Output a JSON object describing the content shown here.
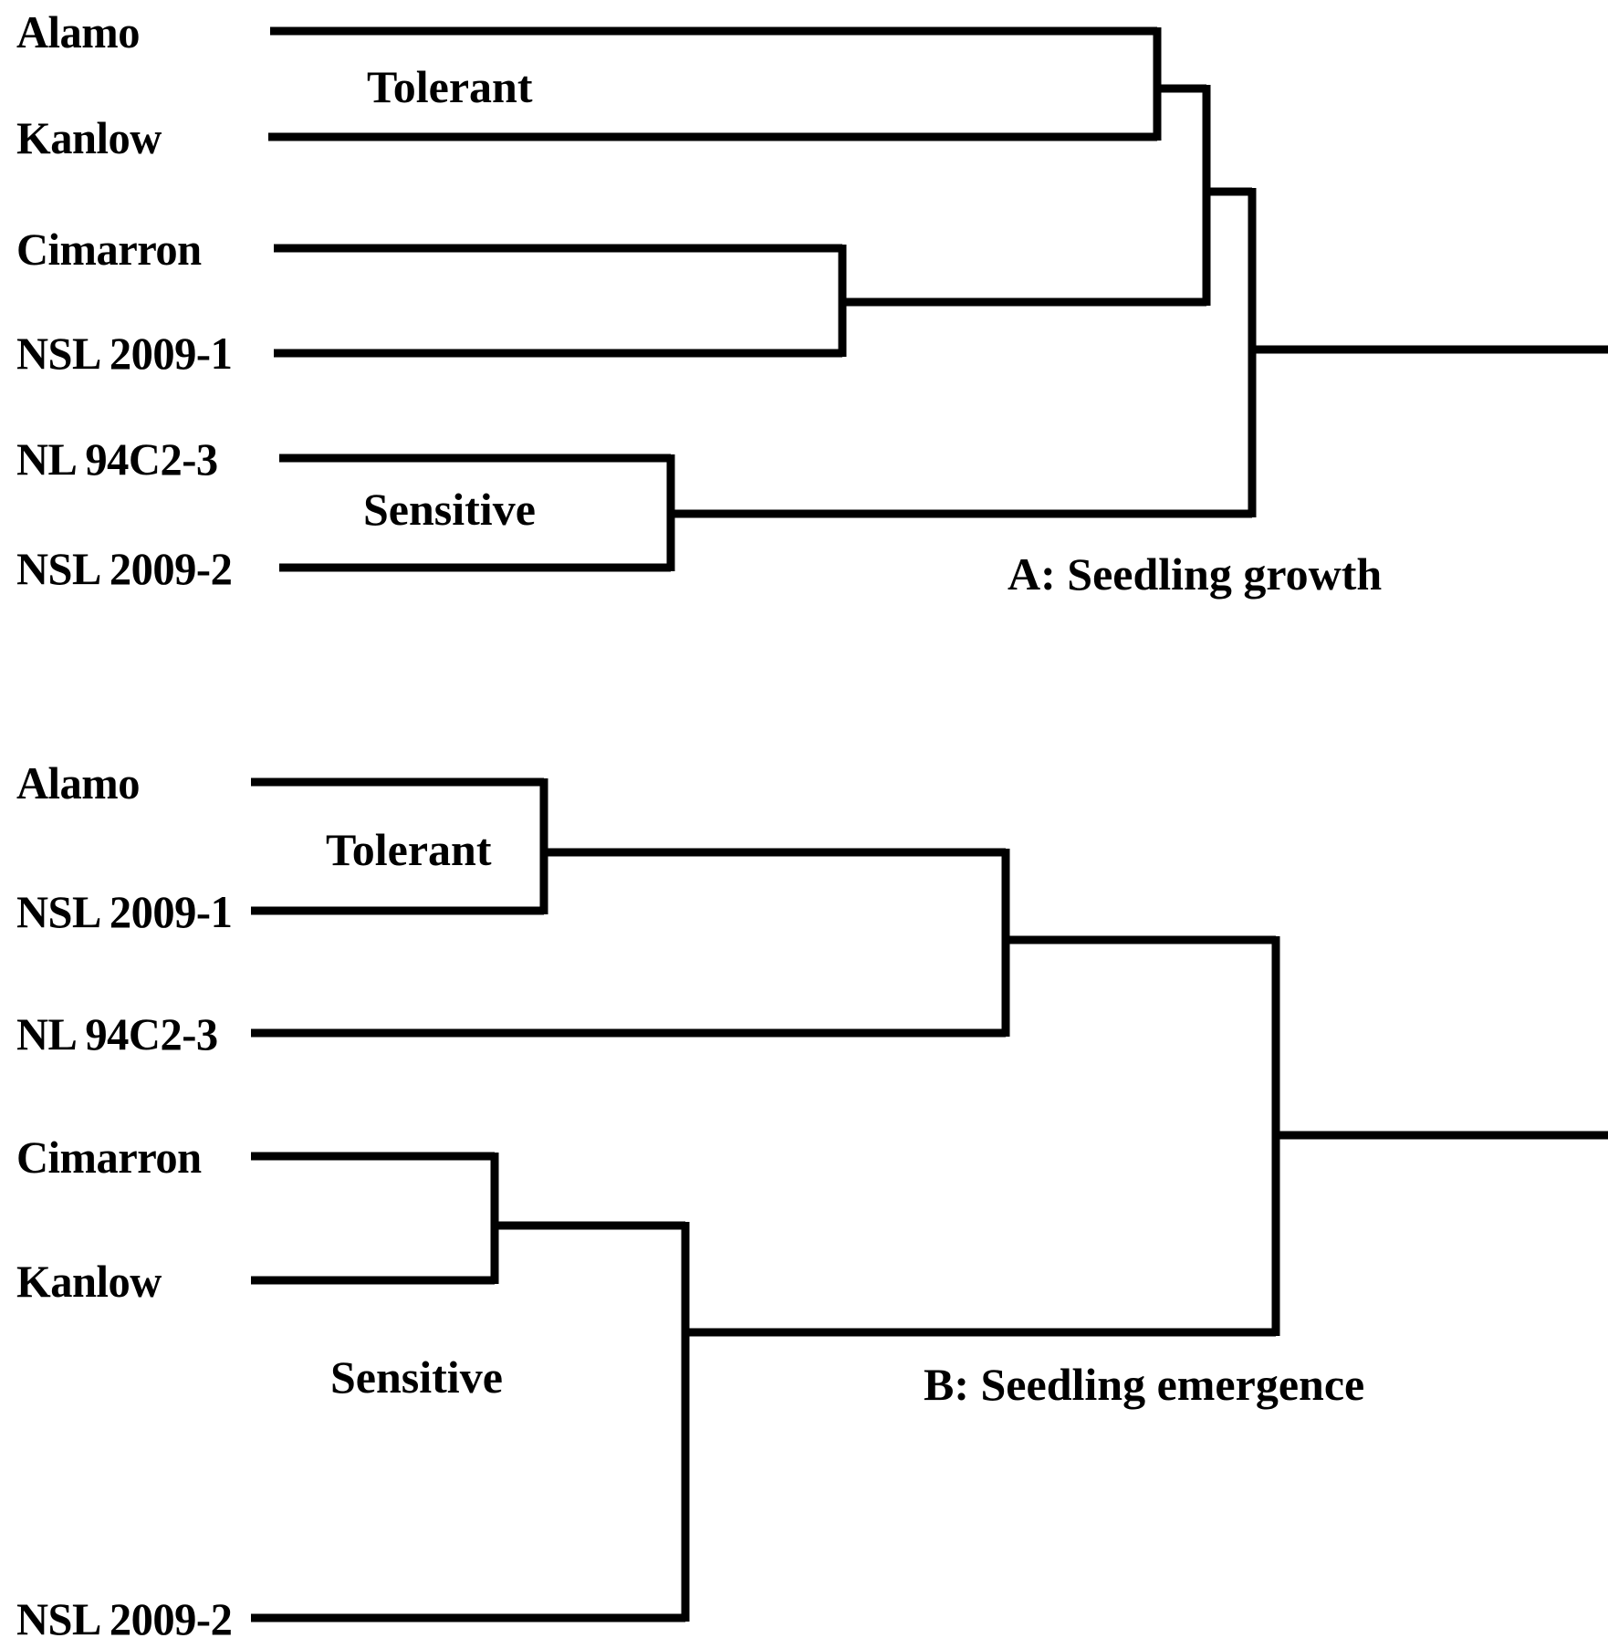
{
  "figure": {
    "type": "dendrogram-pair",
    "background_color": "#ffffff",
    "line_color": "#000000",
    "text_color": "#000000"
  },
  "panelA": {
    "caption": "A: Seedling growth",
    "cluster_labels": {
      "tolerant": "Tolerant",
      "sensitive": "Sensitive"
    },
    "leaves": [
      {
        "label": "Alamo"
      },
      {
        "label": "Kanlow"
      },
      {
        "label": "Cimarron"
      },
      {
        "label": "NSL 2009-1"
      },
      {
        "label": "NL 94C2-3"
      },
      {
        "label": "NSL 2009-2"
      }
    ]
  },
  "panelB": {
    "caption": "B: Seedling emergence",
    "cluster_labels": {
      "tolerant": "Tolerant",
      "sensitive": "Sensitive"
    },
    "leaves": [
      {
        "label": "Alamo"
      },
      {
        "label": "NSL 2009-1"
      },
      {
        "label": "NL 94C2-3"
      },
      {
        "label": "Cimarron"
      },
      {
        "label": "Kanlow"
      },
      {
        "label": "NSL 2009-2"
      }
    ]
  },
  "chart_data": {
    "type": "dendrogram",
    "title": "",
    "panels": [
      {
        "id": "A",
        "caption": "A: Seedling growth",
        "leaf_order": [
          "Alamo",
          "Kanlow",
          "Cimarron",
          "NSL 2009-1",
          "NL 94C2-3",
          "NSL 2009-2"
        ],
        "groups": [
          {
            "name": "Tolerant",
            "members": [
              "Alamo",
              "Kanlow",
              "Cimarron",
              "NSL 2009-1"
            ]
          },
          {
            "name": "Sensitive",
            "members": [
              "NL 94C2-3",
              "NSL 2009-2"
            ]
          }
        ],
        "merges": [
          {
            "children": [
              "Alamo",
              "Kanlow"
            ],
            "height": 0.62
          },
          {
            "children": [
              "Cimarron",
              "NSL 2009-1"
            ],
            "height": 0.48
          },
          {
            "children": [
              "Alamo+Kanlow",
              "Cimarron+NSL 2009-1"
            ],
            "height": 0.79
          },
          {
            "children": [
              "NL 94C2-3",
              "NSL 2009-2"
            ],
            "height": 0.34
          },
          {
            "children": [
              "Tolerant",
              "Sensitive"
            ],
            "height": 0.93
          }
        ]
      },
      {
        "id": "B",
        "caption": "B: Seedling emergence",
        "leaf_order": [
          "Alamo",
          "NSL 2009-1",
          "NL 94C2-3",
          "Cimarron",
          "Kanlow",
          "NSL 2009-2"
        ],
        "groups": [
          {
            "name": "Tolerant",
            "members": [
              "Alamo",
              "NSL 2009-1",
              "NL 94C2-3"
            ]
          },
          {
            "name": "Sensitive",
            "members": [
              "Cimarron",
              "Kanlow",
              "NSL 2009-2"
            ]
          }
        ],
        "merges": [
          {
            "children": [
              "Alamo",
              "NSL 2009-1"
            ],
            "height": 0.22
          },
          {
            "children": [
              "Alamo+NSL 2009-1",
              "NL 94C2-3"
            ],
            "height": 0.57
          },
          {
            "children": [
              "Cimarron",
              "Kanlow"
            ],
            "height": 0.18
          },
          {
            "children": [
              "Cimarron+Kanlow",
              "NSL 2009-2"
            ],
            "height": 0.33
          },
          {
            "children": [
              "Tolerant",
              "Sensitive"
            ],
            "height": 0.77
          }
        ]
      }
    ],
    "axis": {
      "shown": false
    },
    "legend": {
      "shown": false
    },
    "grid": false
  }
}
